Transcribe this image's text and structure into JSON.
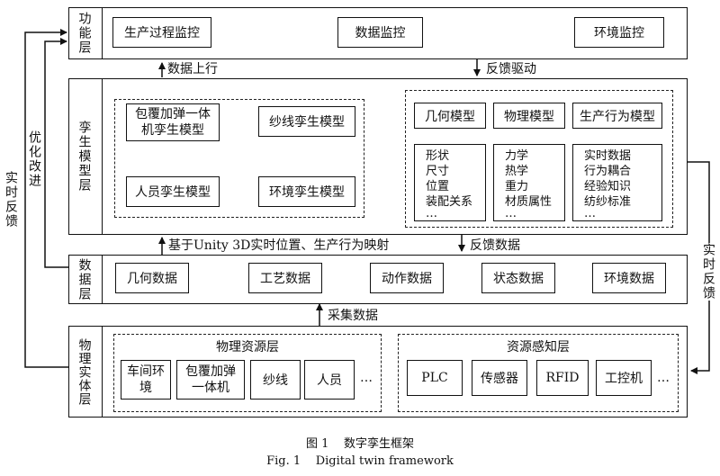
{
  "layers": {
    "function": {
      "label": "功能层",
      "items": [
        "生产过程监控",
        "数据监控",
        "环境监控"
      ]
    },
    "twin": {
      "label": "孪生模型层",
      "models": {
        "packaging": "包覆加弹一体机孪生模型",
        "yarn": "纱线孪生模型",
        "personnel": "人员孪生模型",
        "environment": "环境孪生模型"
      },
      "categories": [
        {
          "title": "几何模型",
          "items": [
            "形状",
            "尺寸",
            "位置",
            "装配关系",
            "…"
          ]
        },
        {
          "title": "物理模型",
          "items": [
            "力学",
            "热学",
            "重力",
            "材质属性",
            "…"
          ]
        },
        {
          "title": "生产行为模型",
          "items": [
            "实时数据",
            "行为耦合",
            "经验知识",
            "纺纱标准",
            "…"
          ]
        }
      ]
    },
    "data": {
      "label": "数据层",
      "items": [
        "几何数据",
        "工艺数据",
        "动作数据",
        "状态数据",
        "环境数据"
      ]
    },
    "physical": {
      "label": "物理实体层",
      "resources": {
        "title": "物理资源层",
        "items": [
          "车间环境",
          "包覆加弹一体机",
          "纱线",
          "人员",
          "…"
        ]
      },
      "sensing": {
        "title": "资源感知层",
        "items": [
          "PLC",
          "传感器",
          "RFID",
          "工控机",
          "…"
        ]
      }
    }
  },
  "arrows": {
    "data_up": "数据上行",
    "feedback_drive": "反馈驱动",
    "unity_map": "基于Unity 3D实时位置、生产行为映射",
    "feedback_data": "反馈数据",
    "collect": "采集数据",
    "left_outer": "实时反馈",
    "left_inner": "优化改进",
    "right": "实时反馈"
  },
  "caption": {
    "cn": "图 1    数字孪生框架",
    "en": "Fig. 1    Digital twin framework"
  }
}
